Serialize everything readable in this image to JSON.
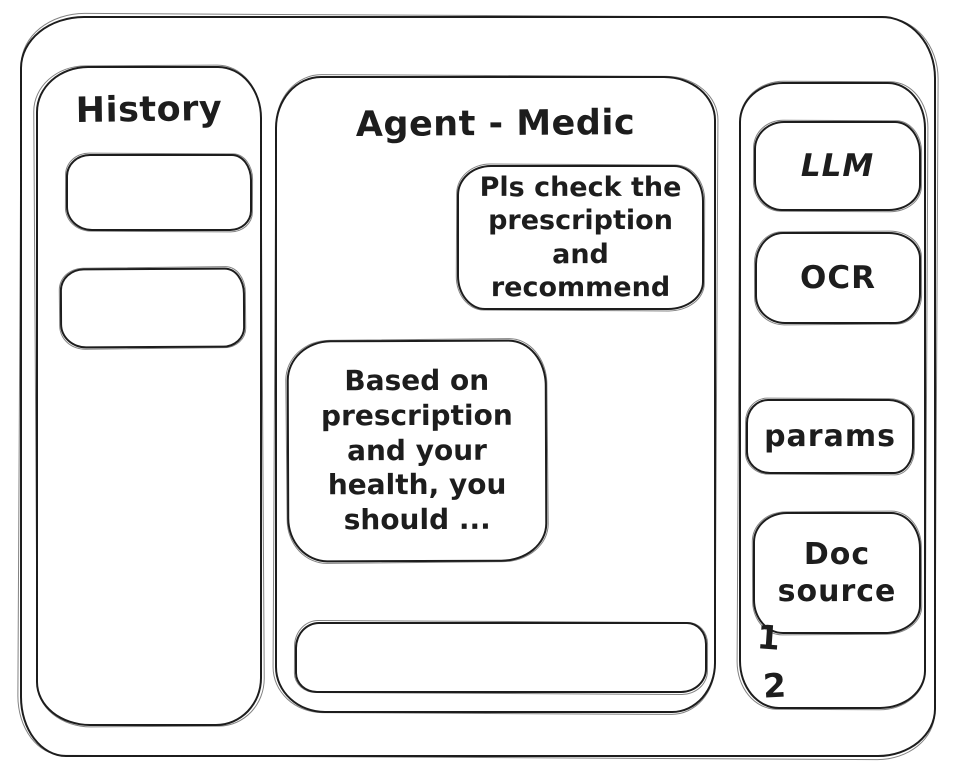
{
  "colors": {
    "ink": "#1d1d1d",
    "background": "#ffffff"
  },
  "history": {
    "title": "History",
    "items": [
      {
        "label": ""
      },
      {
        "label": ""
      }
    ]
  },
  "chat": {
    "title": "Agent - Medic",
    "messages": [
      {
        "role": "user",
        "text": "Pls check the prescription and recommend"
      },
      {
        "role": "assistant",
        "text": "Based on prescription and your health, you should ..."
      }
    ],
    "input": {
      "value": "",
      "placeholder": ""
    }
  },
  "tools": {
    "buttons": [
      {
        "label": "LLM"
      },
      {
        "label": "OCR"
      },
      {
        "label": "params"
      },
      {
        "label": "Doc source"
      }
    ],
    "doc_source_list": [
      "1",
      "2"
    ]
  }
}
